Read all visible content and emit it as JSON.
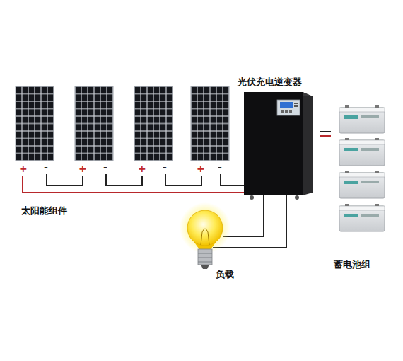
{
  "diagram": {
    "nodes": [
      {
        "text": [
          "太阳能组件"
        ]
      },
      {
        "text": [
          "光伏充电逆变器"
        ]
      },
      {
        "text": [
          "蓄电池组"
        ]
      },
      {
        "text": [
          "负载"
        ]
      }
    ],
    "edges": [
      {
        "from": 0,
        "to": 1,
        "arrow": "none"
      },
      {
        "from": 1,
        "to": 2,
        "arrow": "none"
      },
      {
        "from": 1,
        "to": 3,
        "arrow": "none"
      }
    ],
    "labels": [
      "+",
      "-",
      "+",
      "-",
      "+",
      "-",
      "+",
      "-"
    ]
  }
}
